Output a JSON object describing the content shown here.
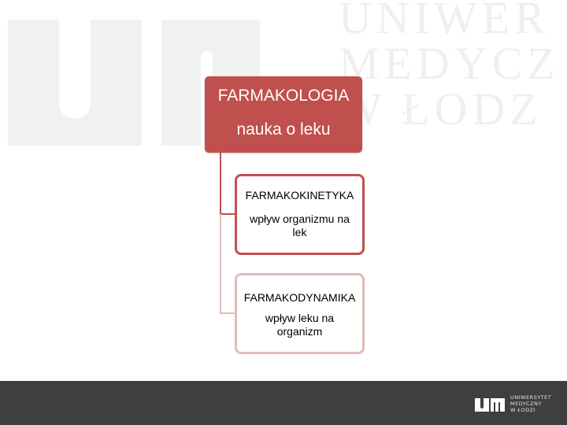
{
  "diagram": {
    "root": {
      "title": "FARMAKOLOGIA",
      "subtitle": "nauka o leku"
    },
    "children": [
      {
        "title": "FARMAKOKINETYKA",
        "description": "wpływ organizmu na lek"
      },
      {
        "title": "FARMAKODYNAMIKA",
        "description": "wpływ leku na organizm"
      }
    ]
  },
  "watermark": {
    "lines": [
      "UNIWER",
      "MEDYCZ",
      "W ŁODZ"
    ]
  },
  "footer": {
    "logo_lines": [
      "UNIWERSYTET",
      "MEDYCZNY",
      "W ŁODZI"
    ]
  },
  "colors": {
    "accent": "#c0504d",
    "accent_light": "#e6b9b8",
    "footer_bg": "#3f3f3f",
    "watermark": "#efefef"
  }
}
